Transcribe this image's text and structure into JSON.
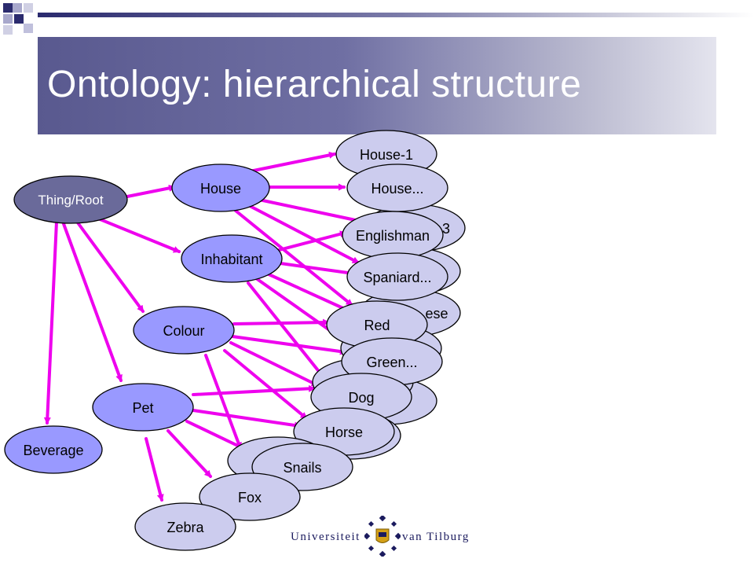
{
  "slide": {
    "title": "Ontology: hierarchical structure"
  },
  "colors": {
    "edge": "#ee00ee",
    "root_fill": "#6a6a9a",
    "class_fill": "#9999ff",
    "instance_fill": "#ccccee",
    "node_stroke": "#000000"
  },
  "diagram": {
    "root": "Thing/Root",
    "classes": [
      "House",
      "Inhabitant",
      "Colour",
      "Pet",
      "Beverage"
    ],
    "instances": {
      "house": [
        "House-1",
        "House...",
        "3"
      ],
      "inhabitant": [
        "Englishman",
        "Spaniard...",
        "ese"
      ],
      "colour": [
        "Red",
        "Green..."
      ],
      "pet": [
        "Dog",
        "Horse",
        "Snails",
        "Fox",
        "Zebra"
      ]
    }
  },
  "logo": {
    "left_text": "Universiteit",
    "right_text": "van Tilburg"
  }
}
